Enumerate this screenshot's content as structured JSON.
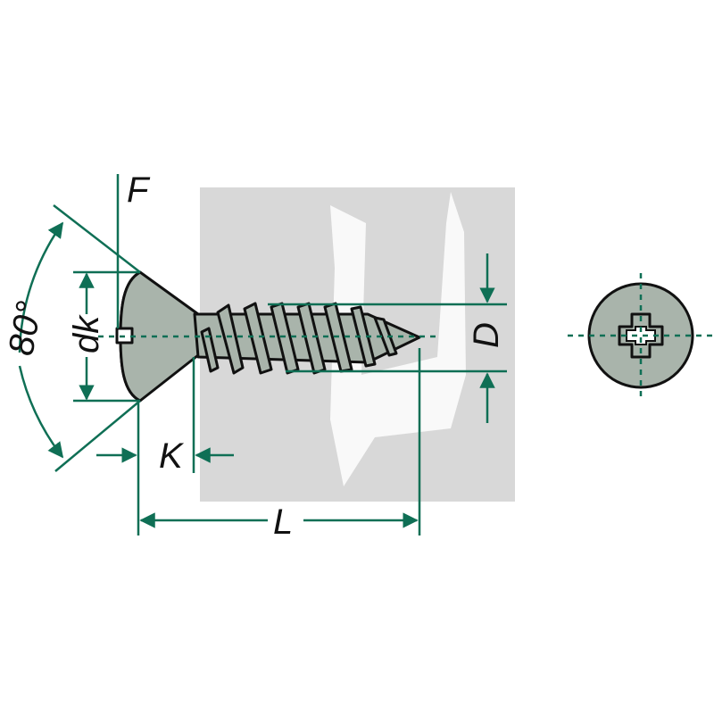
{
  "labels": {
    "flush": "F",
    "head_diameter": "dk",
    "angle": "80°",
    "head_height": "K",
    "length": "L",
    "thread_diameter": "D"
  },
  "colors": {
    "dimension_line": "#0f6f55",
    "outline": "#111111",
    "screw_fill": "#a9b4ab",
    "watermark": "#d8d8d8"
  },
  "icons": {
    "side_view": "countersunk-tapping-screw-side-view",
    "end_view": "phillips-head-end-view",
    "watermark": "brand-watermark"
  }
}
